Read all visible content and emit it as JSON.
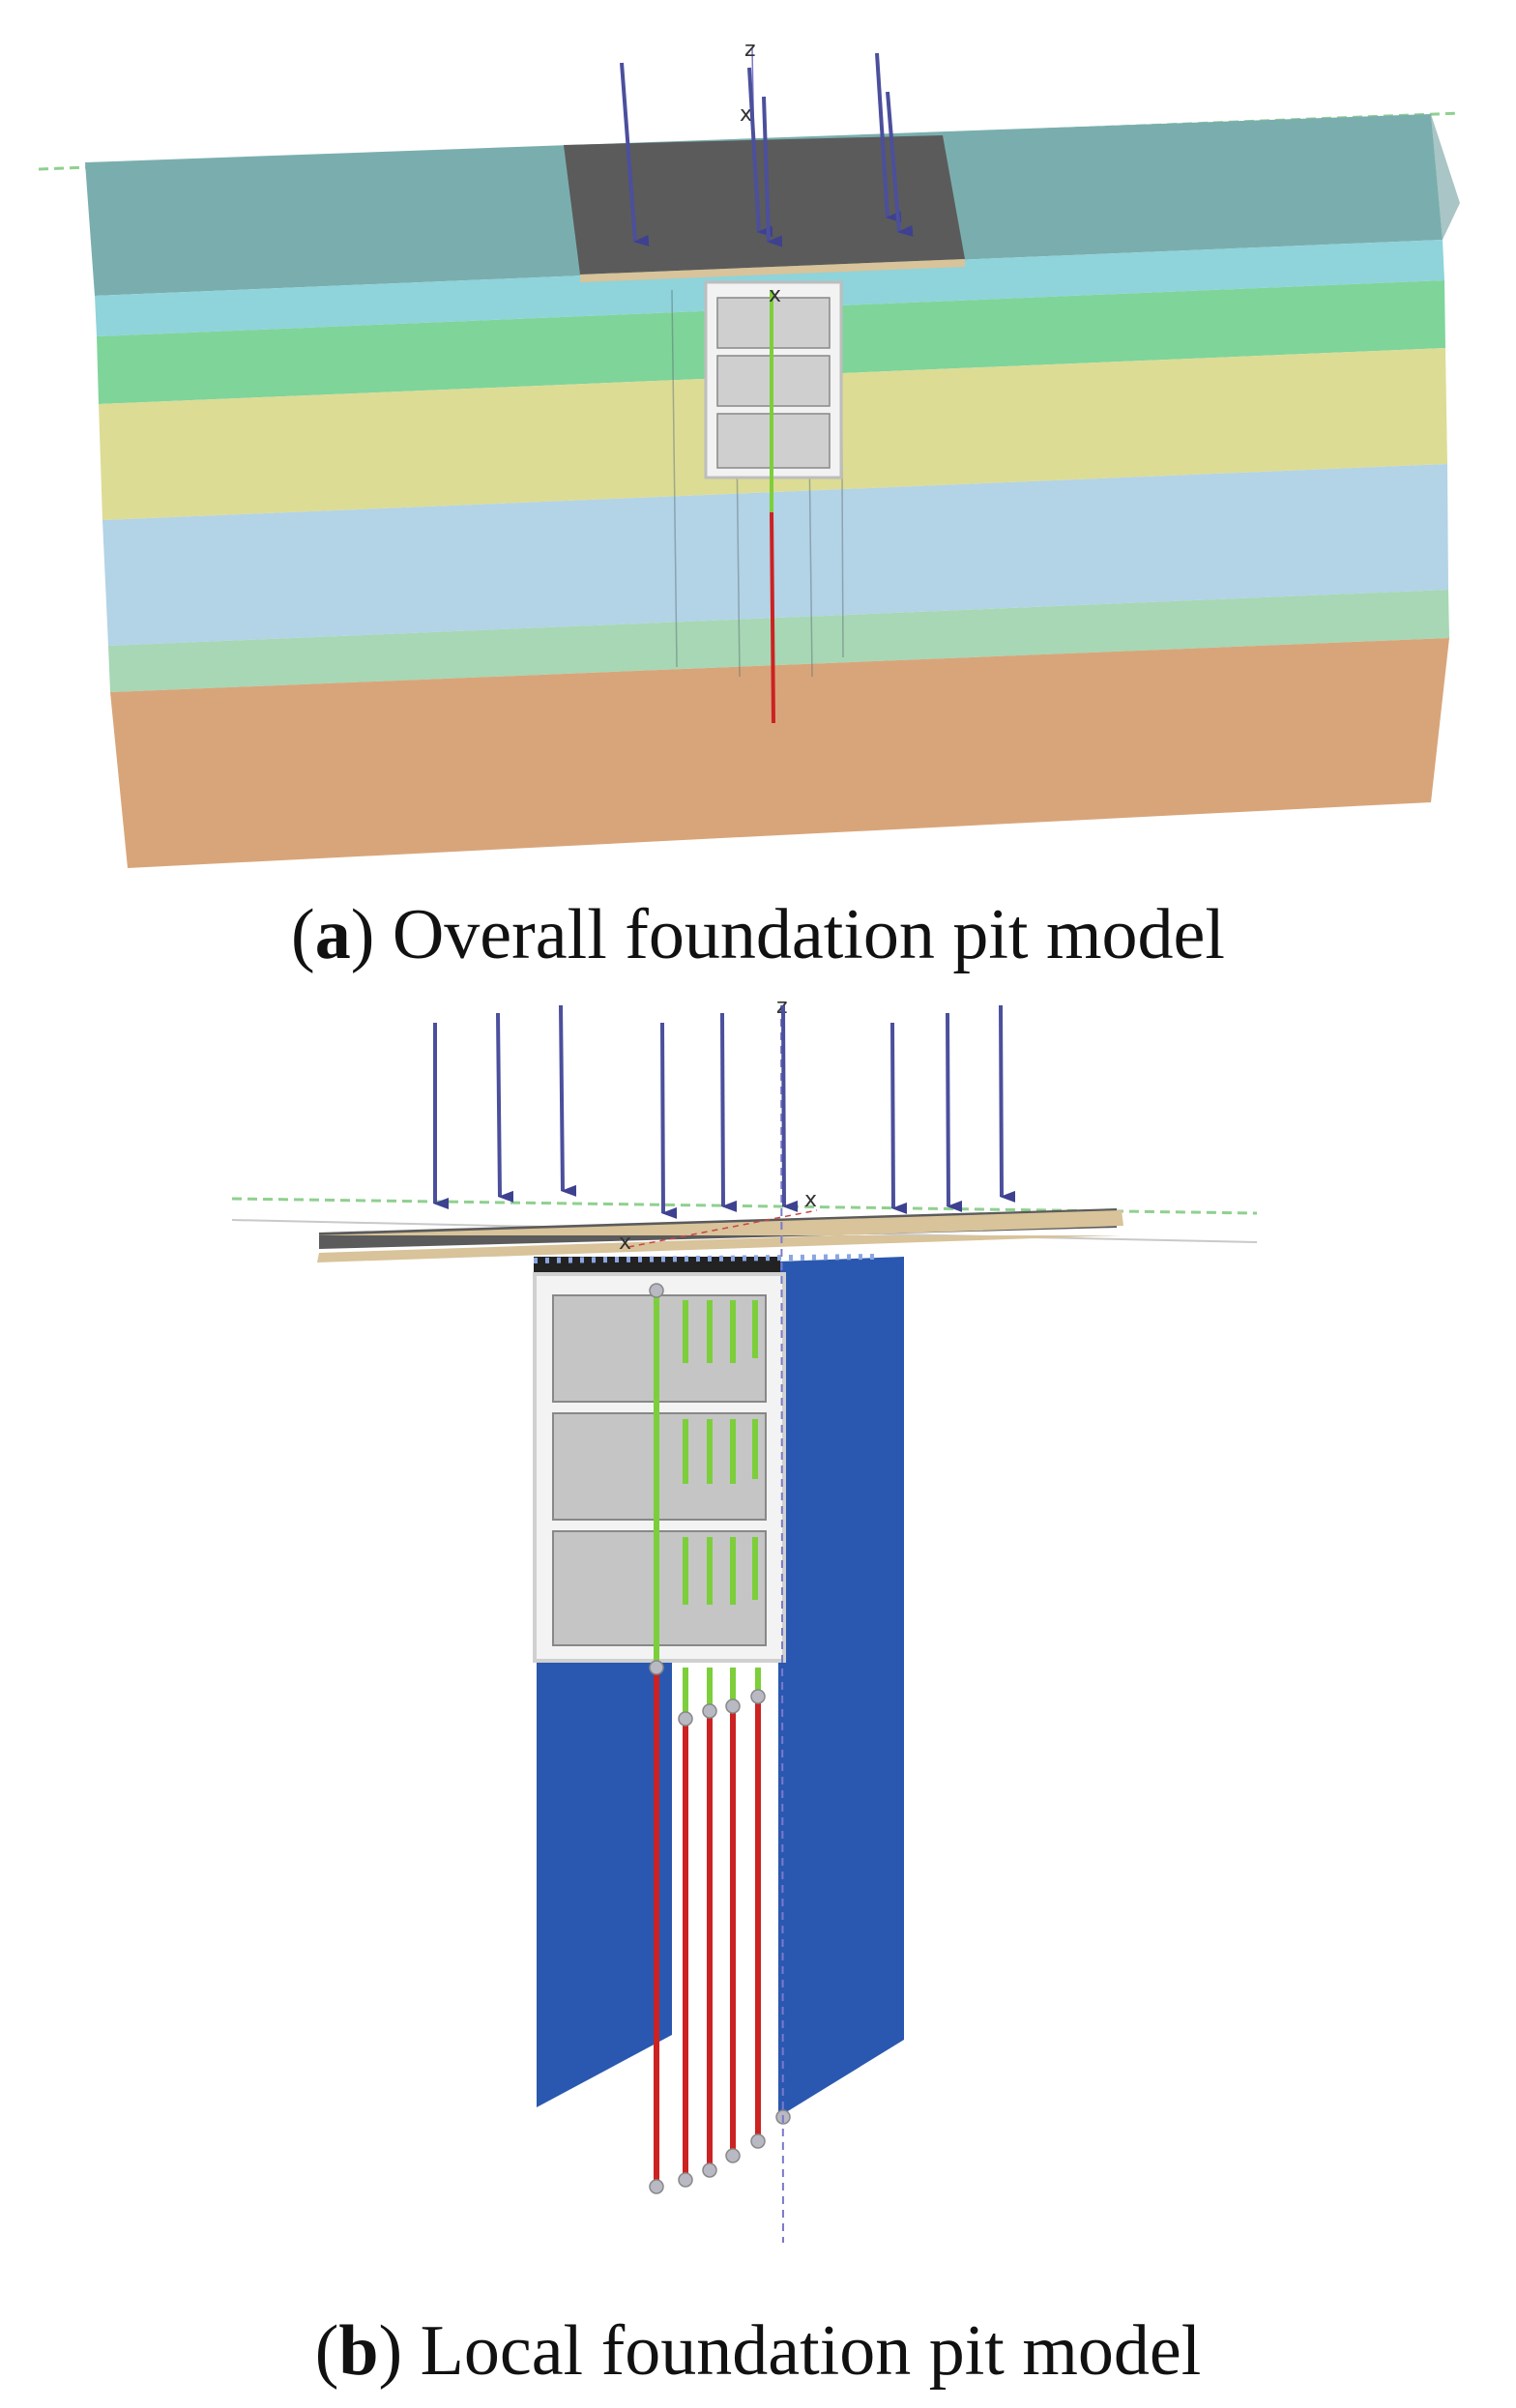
{
  "figure": {
    "panel_a": {
      "letter": "a",
      "caption": "Overall foundation pit model"
    },
    "panel_b": {
      "letter": "b",
      "caption": "Local foundation pit model"
    }
  },
  "axes": {
    "z": "z",
    "x": "x"
  },
  "colors": {
    "layer_1": "#7aaeae",
    "layer_2": "#8fd3db",
    "layer_3": "#7fd49a",
    "layer_4": "#dcdc95",
    "layer_5": "#b3d3e6",
    "layer_6": "#a7d7b5",
    "layer_7": "#d8a57a",
    "load_arrow": "#4b4f9c",
    "slab": "#5b5b5b",
    "slab_edge": "#d8c39a",
    "diaphragm_wall": "#2a58b0",
    "anchor_green": "#7ccf3a",
    "pile_red": "#cc2222"
  }
}
